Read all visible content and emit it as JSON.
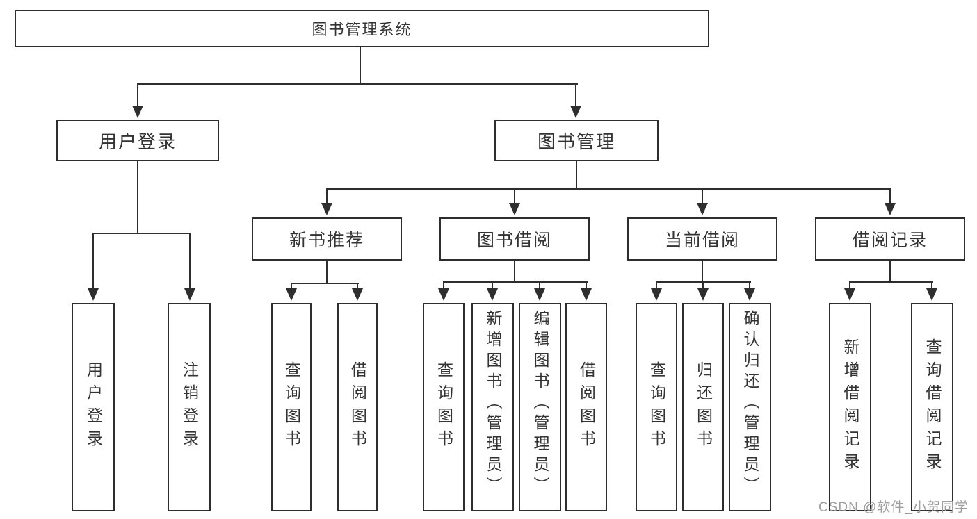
{
  "nodes": {
    "root": "图书管理系统",
    "user_login": "用户登录",
    "book_management": "图书管理",
    "new_book_recommend": "新书推荐",
    "book_borrowing": "图书借阅",
    "current_borrowing": "当前借阅",
    "borrowing_records": "借阅记录",
    "leaf_user_login": "用户登录",
    "leaf_logout": "注销登录",
    "leaf_recommend_query_books": "查询图书",
    "leaf_recommend_borrow_books": "借阅图书",
    "leaf_borrowing_query_books": "查询图书",
    "leaf_borrowing_add_books": "新增图书（管理员）",
    "leaf_borrowing_edit_books": "编辑图书（管理员）",
    "leaf_borrowing_borrow_books": "借阅图书",
    "leaf_current_query_books": "查询图书",
    "leaf_current_return_books": "归还图书",
    "leaf_current_confirm_return": "确认归还（管理员）",
    "leaf_records_add_record": "新增借阅记录",
    "leaf_records_query_record": "查询借阅记录"
  },
  "watermark": "CSDN @软件_小贺同学",
  "colors": {
    "line": "#2e2e2e",
    "text": "#333333",
    "background": "#ffffff",
    "watermark": "#9e9e9e"
  }
}
